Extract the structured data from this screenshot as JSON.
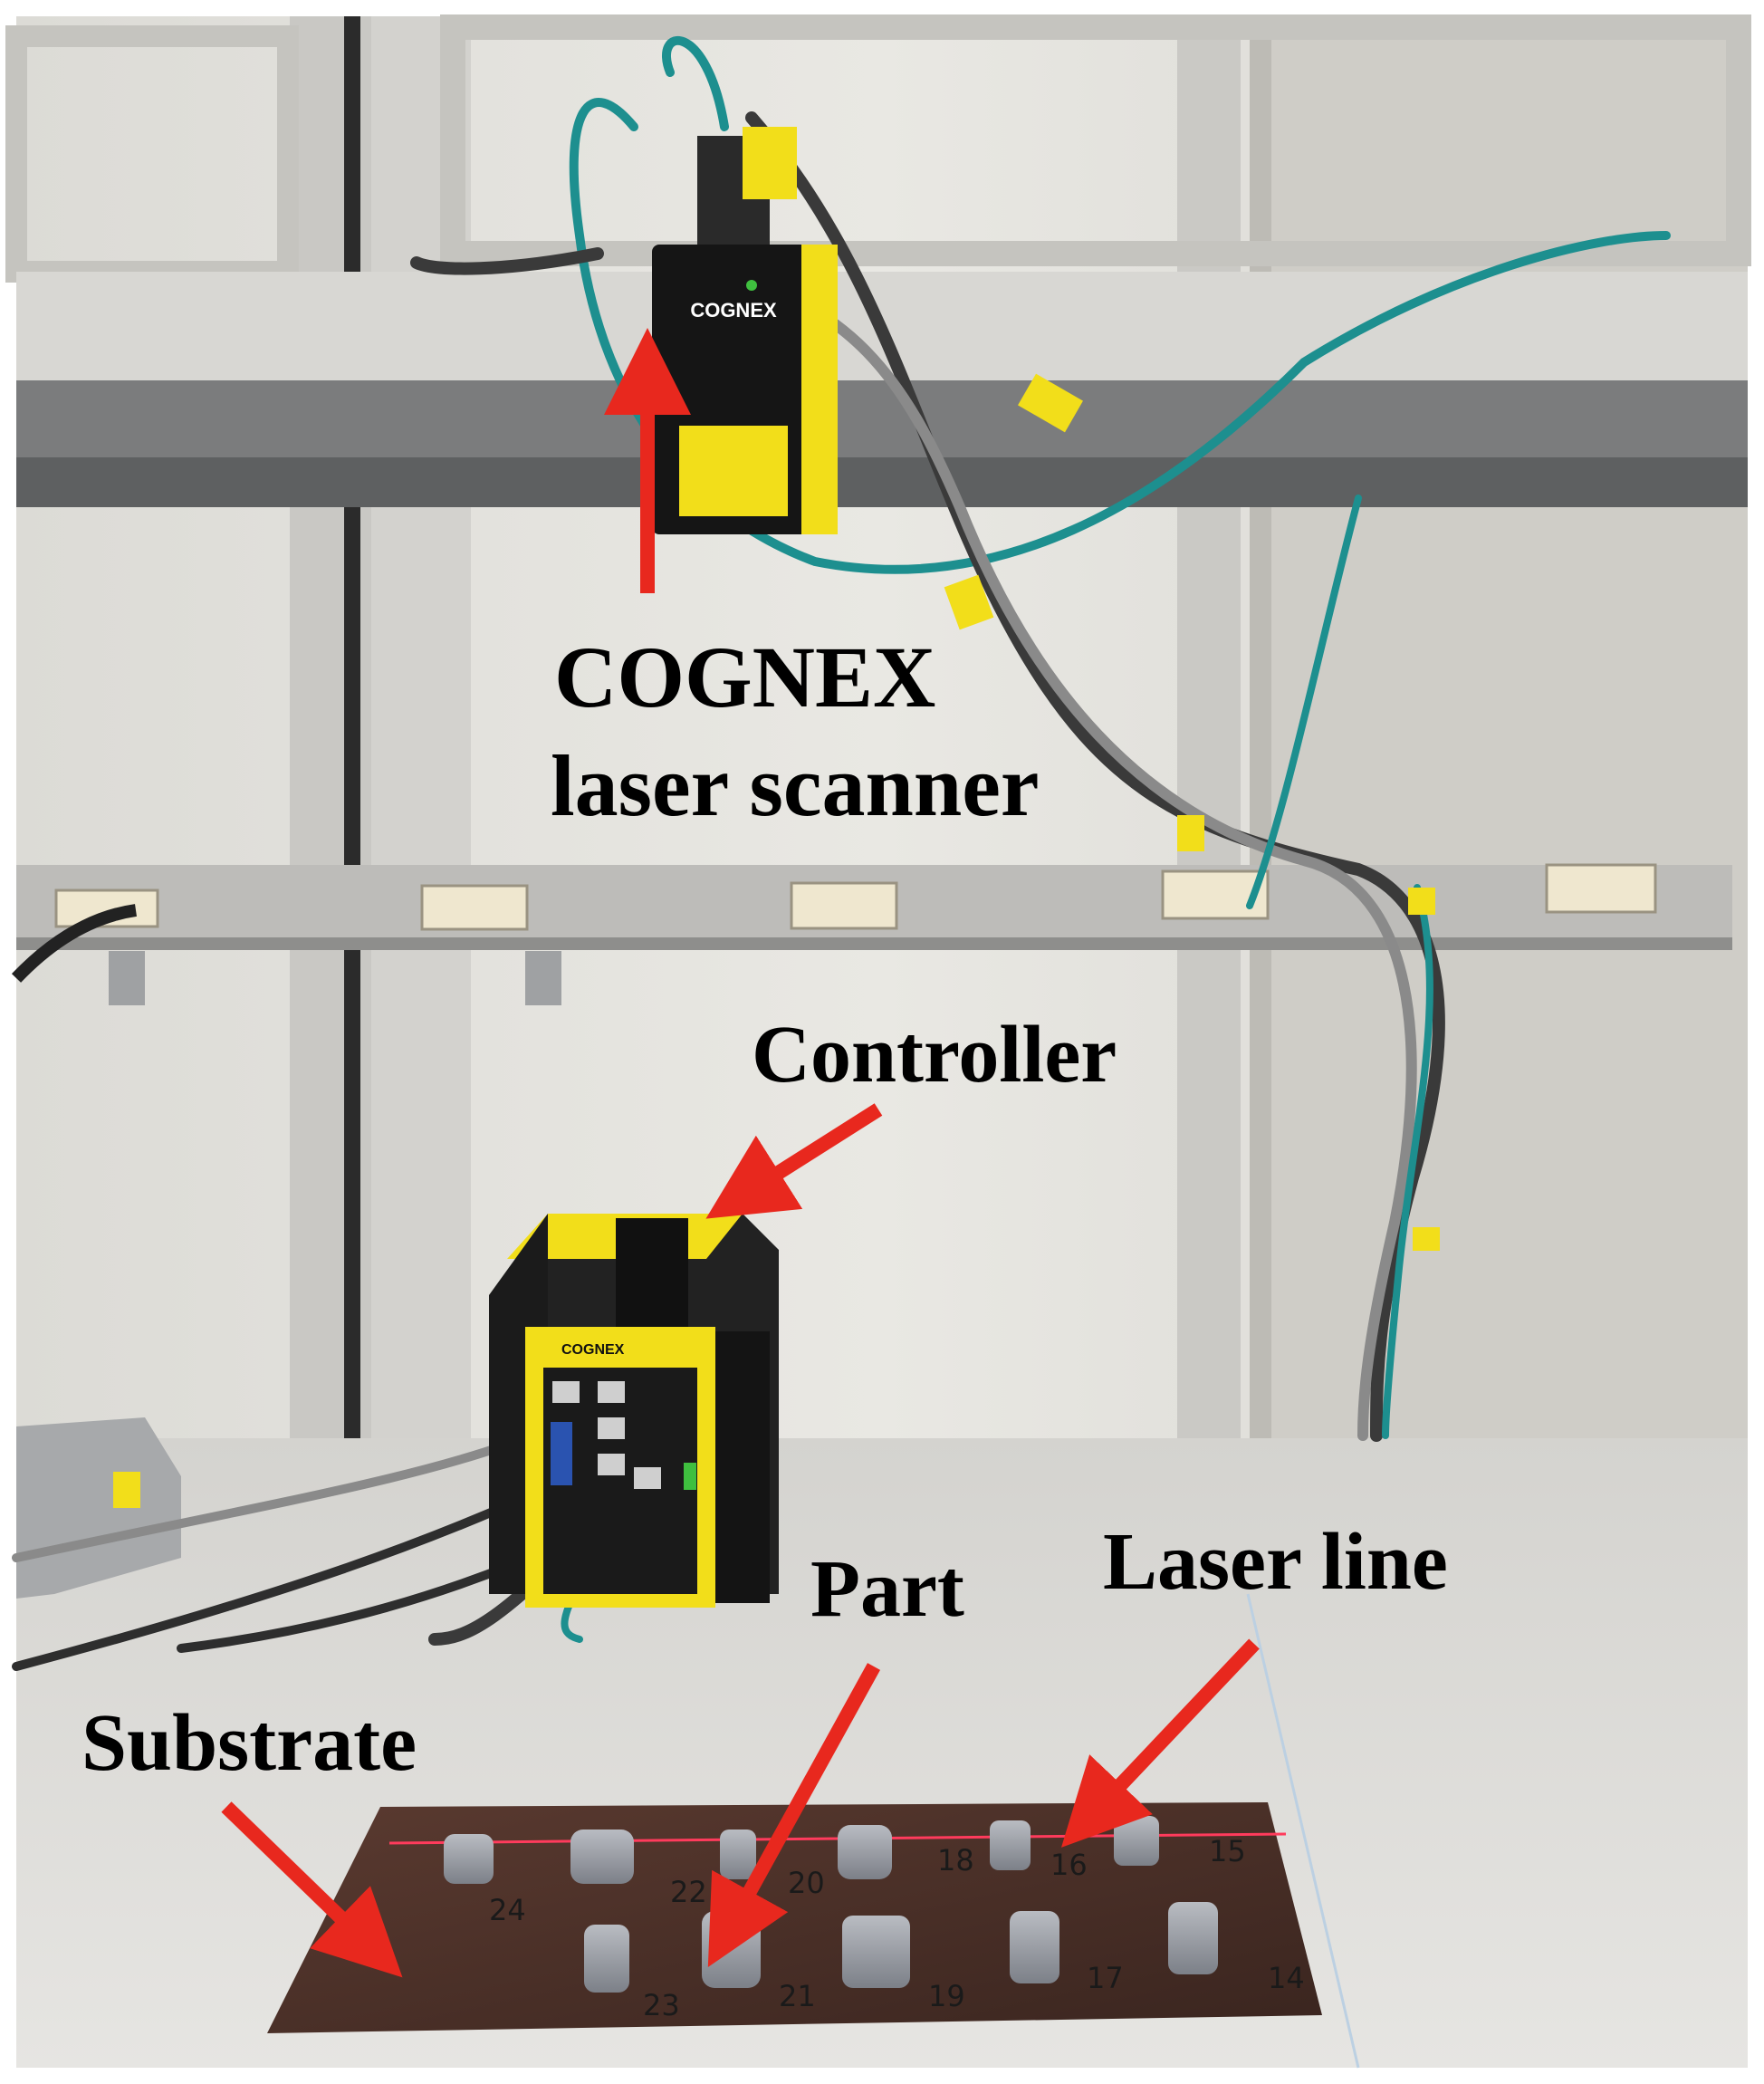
{
  "labels": {
    "scanner_line1": "COGNEX",
    "scanner_line2": "laser scanner",
    "controller": "Controller",
    "part": "Part",
    "laser_line": "Laser line",
    "substrate": "Substrate"
  },
  "device_text": {
    "scanner_brand": "COGNEX",
    "controller_brand": "COGNEX"
  },
  "plate_numbers": [
    "24",
    "22",
    "20",
    "18",
    "16",
    "15",
    "23",
    "21",
    "19",
    "17",
    "14"
  ],
  "colors": {
    "arrow": "#e8281e",
    "cognex_yellow": "#f2de1a",
    "cable_teal": "#1d8f8f",
    "laser": "#ff3b5c",
    "plate": "#4a2f27"
  },
  "icons": [
    "arrow-icon"
  ]
}
